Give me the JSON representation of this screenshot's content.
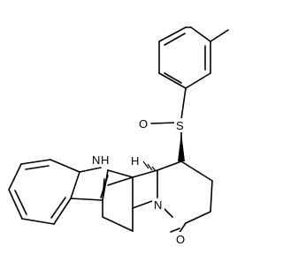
{
  "molecule": {
    "atom_labels": {
      "sulfur": "S",
      "sulfinyl_oxygen": "O",
      "indole_nh": "N",
      "indole_nh_h": "H",
      "stereo_h": "H",
      "ring_nitrogen": "N",
      "carbonyl_oxygen": "O"
    }
  },
  "colors": {
    "bond": "#000000",
    "background": "#ffffff"
  }
}
